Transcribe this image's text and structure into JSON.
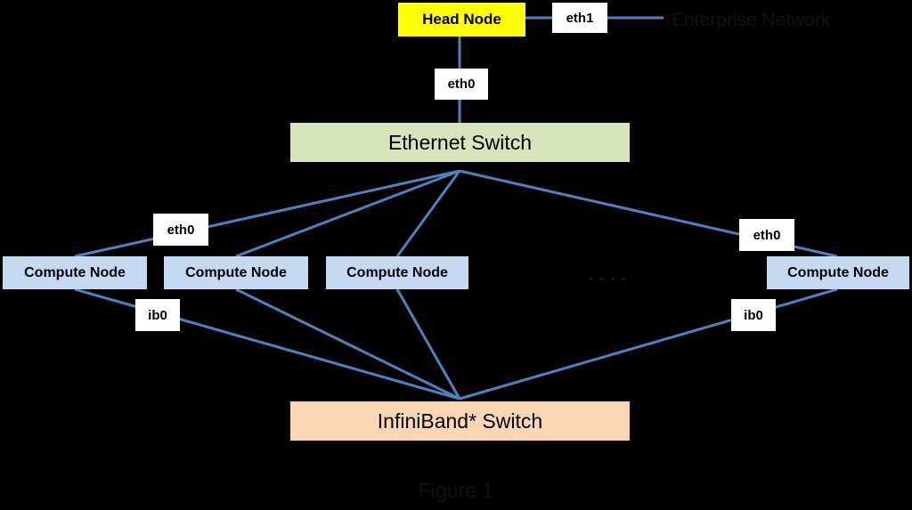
{
  "diagram": {
    "head_node": "Head Node",
    "external_port": "eth1",
    "external_network": "Enterprise Network",
    "head_uplink_port": "eth0",
    "ethernet_switch": "Ethernet Switch",
    "infiniband_switch": "InfiniBand* Switch",
    "compute_nodes": [
      "Compute Node",
      "Compute Node",
      "Compute Node",
      "Compute Node"
    ],
    "ethernet_port_labels": [
      "eth0",
      "eth0"
    ],
    "infiniband_port_labels": [
      "ib0",
      "ib0"
    ],
    "ellipsis": "....",
    "caption": "Figure 1"
  },
  "colors": {
    "background": "#000000",
    "link": "#4f81bd",
    "head_node": "#ffff00",
    "ethernet_switch": "#d8e4bc",
    "infiniband_switch": "#fcd5b4",
    "compute_node": "#c5d9f1",
    "port_label": "#ffffff"
  }
}
